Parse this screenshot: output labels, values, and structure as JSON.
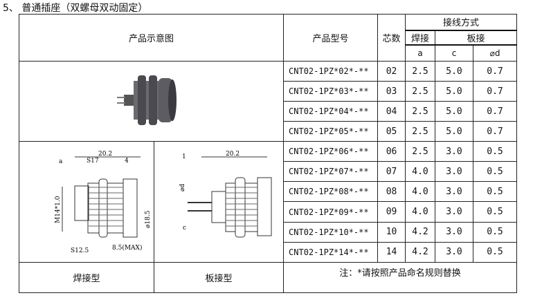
{
  "title": "5、 普通插座（双螺母双动固定）",
  "header": {
    "image": "产品示意图",
    "model": "产品型号",
    "cores": "芯数",
    "wiring": "接线方式",
    "solder": "焊接",
    "board": "板接",
    "a": "a",
    "c": "c",
    "d": "⌀d"
  },
  "rows": [
    {
      "model": "CNT02-1PZ*02*-**",
      "cores": "02",
      "a": "2.5",
      "c": "5.0",
      "d": "0.7"
    },
    {
      "model": "CNT02-1PZ*03*-**",
      "cores": "03",
      "a": "2.5",
      "c": "5.0",
      "d": "0.7"
    },
    {
      "model": "CNT02-1PZ*04*-**",
      "cores": "04",
      "a": "2.5",
      "c": "5.0",
      "d": "0.7"
    },
    {
      "model": "CNT02-1PZ*05*-**",
      "cores": "05",
      "a": "2.5",
      "c": "5.0",
      "d": "0.7"
    },
    {
      "model": "CNT02-1PZ*06*-**",
      "cores": "06",
      "a": "2.5",
      "c": "3.0",
      "d": "0.5"
    },
    {
      "model": "CNT02-1PZ*07*-**",
      "cores": "07",
      "a": "4.0",
      "c": "3.0",
      "d": "0.5"
    },
    {
      "model": "CNT02-1PZ*08*-**",
      "cores": "08",
      "a": "4.0",
      "c": "3.0",
      "d": "0.5"
    },
    {
      "model": "CNT02-1PZ*09*-**",
      "cores": "09",
      "a": "4.0",
      "c": "3.0",
      "d": "0.5"
    },
    {
      "model": "CNT02-1PZ*10*-**",
      "cores": "10",
      "a": "4.2",
      "c": "3.0",
      "d": "0.5"
    },
    {
      "model": "CNT02-1PZ*14*-**",
      "cores": "14",
      "a": "4.2",
      "c": "3.0",
      "d": "0.5"
    }
  ],
  "labels": {
    "solder_type": "焊接型",
    "board_type": "板接型"
  },
  "note": "注：*请按照产品命名规则替换",
  "drawing": {
    "len": "20.2",
    "s17": "S17",
    "four": "4",
    "m14": "M14*1.0",
    "d185": "⌀18.5",
    "s125": "S12.5",
    "max": "8.5(MAX)",
    "a": "a",
    "one": "1",
    "d": "⌀d",
    "c": "c"
  }
}
